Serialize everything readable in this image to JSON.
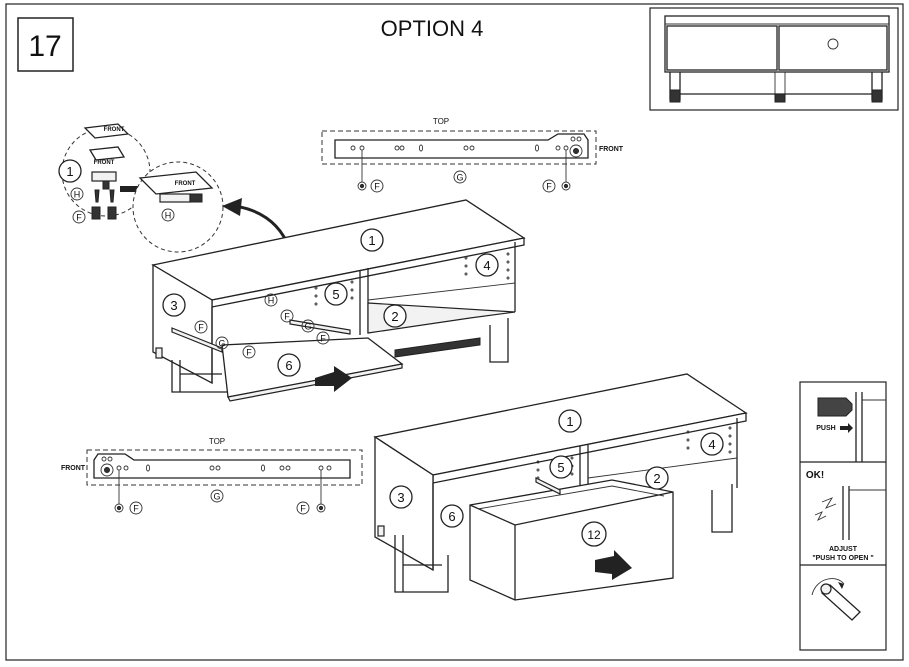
{
  "step_number": "17",
  "option_title": "OPTION 4",
  "parts": {
    "top_board": "1",
    "partition": "2",
    "side_left": "3",
    "side_right": "4",
    "middle_panel": "5",
    "flap_door": "6",
    "drawer": "12"
  },
  "hardware": {
    "hinge": "H",
    "screw": "F",
    "slide_rail": "G"
  },
  "labels": {
    "top": "TOP",
    "front": "FRONT",
    "push": "PUSH",
    "ok": "OK!",
    "adjust": "ADJUST",
    "push_to_open": "\"PUSH TO OPEN \""
  },
  "colors": {
    "line": "#222222",
    "background": "#ffffff",
    "panel_shade": "#f2f2f2"
  }
}
